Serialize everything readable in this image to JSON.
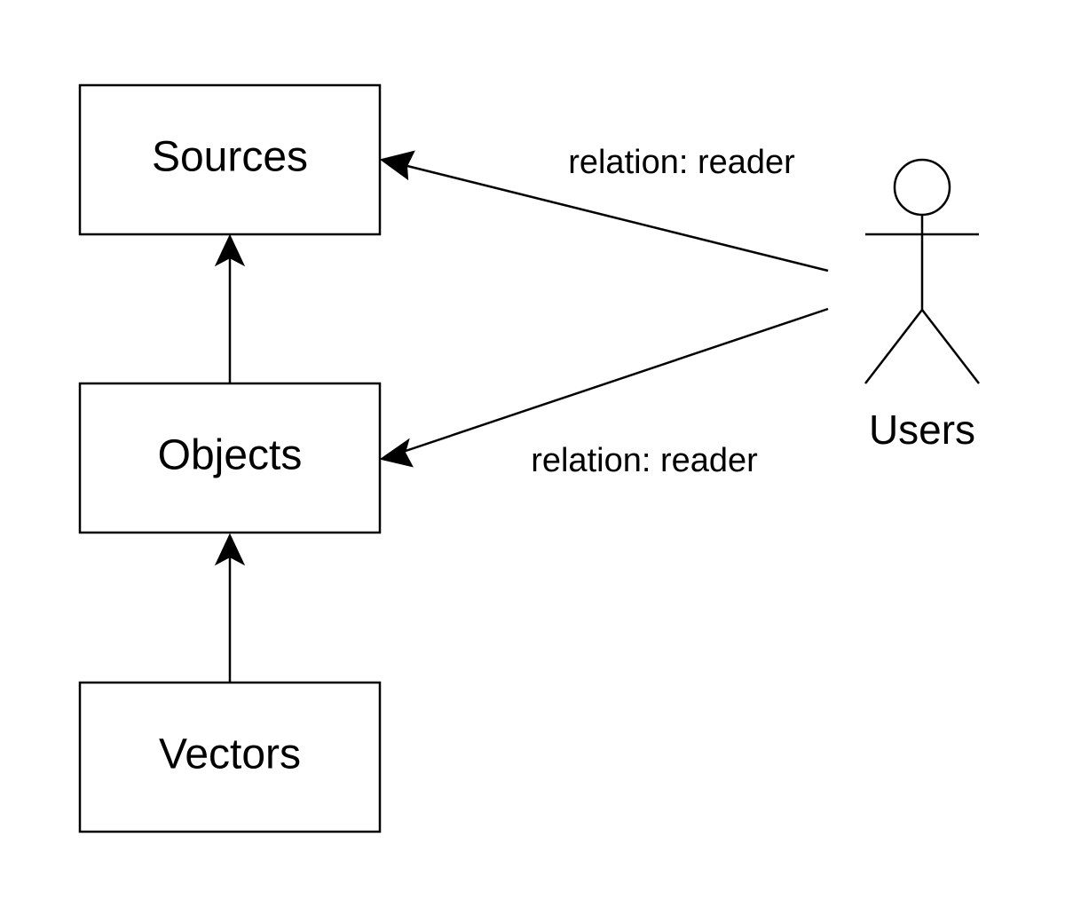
{
  "nodes": {
    "sources": {
      "label": "Sources"
    },
    "objects": {
      "label": "Objects"
    },
    "vectors": {
      "label": "Vectors"
    }
  },
  "actor": {
    "label": "Users"
  },
  "edges": {
    "users_to_sources": {
      "label": "relation: reader"
    },
    "users_to_objects": {
      "label": "relation: reader"
    }
  }
}
